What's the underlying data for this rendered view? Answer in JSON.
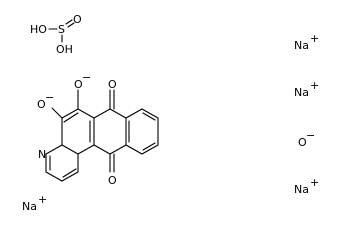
{
  "molecule": {
    "sulfurous_acid": {
      "S": "S",
      "O_top": "O",
      "OH_left": "HO",
      "OH_bottom": "OH"
    },
    "core": {
      "O_minus_1": "O",
      "O_minus_2": "O",
      "N": "N",
      "O_ketone_top": "O",
      "O_ketone_bottom": "O"
    },
    "ions": [
      {
        "symbol": "Na",
        "charge": "+"
      },
      {
        "symbol": "Na",
        "charge": "+"
      },
      {
        "symbol": "O",
        "charge": "−"
      },
      {
        "symbol": "Na",
        "charge": "+"
      },
      {
        "symbol": "Na",
        "charge": "+"
      }
    ],
    "charges": {
      "minus": "−"
    }
  }
}
